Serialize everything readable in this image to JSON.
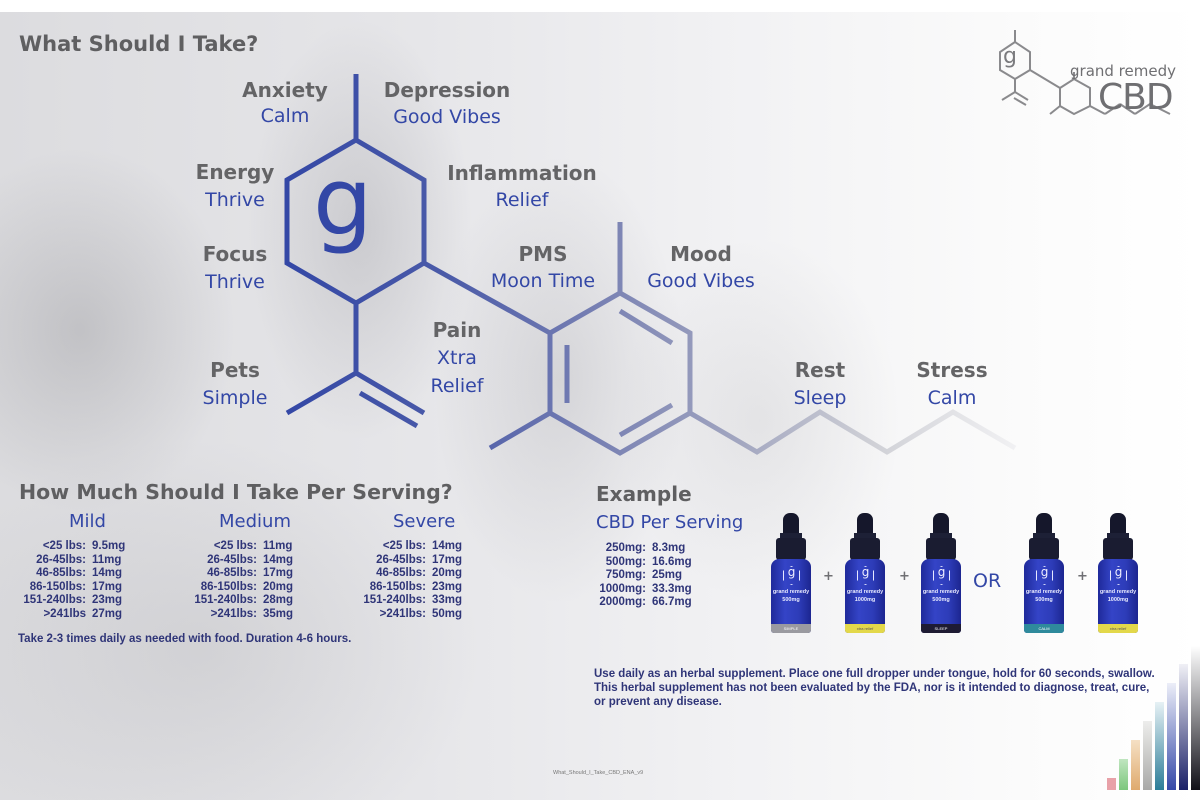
{
  "header": {
    "title": "What Should I Take?"
  },
  "logo": {
    "brand": "grand remedy",
    "product": "CBD",
    "mark": "g"
  },
  "molecule": {
    "mark": "g",
    "colors": {
      "primary": "#3347a6",
      "mid": "#8088b4",
      "light": "#c9cad1"
    }
  },
  "conditions": [
    {
      "name": "Anxiety",
      "product": "Calm"
    },
    {
      "name": "Depression",
      "product": "Good Vibes"
    },
    {
      "name": "Energy",
      "product": "Thrive"
    },
    {
      "name": "Inflammation",
      "product": "Relief"
    },
    {
      "name": "Focus",
      "product": "Thrive"
    },
    {
      "name": "PMS",
      "product": "Moon Time"
    },
    {
      "name": "Mood",
      "product": "Good Vibes"
    },
    {
      "name": "Pain",
      "product": "Xtra",
      "product2": "Relief"
    },
    {
      "name": "Pets",
      "product": "Simple"
    },
    {
      "name": "Rest",
      "product": "Sleep"
    },
    {
      "name": "Stress",
      "product": "Calm"
    }
  ],
  "dosage": {
    "title": "How Much Should I Take Per Serving?",
    "columns": [
      {
        "label": "Mild",
        "rows": [
          {
            "weight": "<25 lbs:",
            "dose": "9.5mg"
          },
          {
            "weight": "26-45lbs:",
            "dose": "11mg"
          },
          {
            "weight": "46-85lbs:",
            "dose": "14mg"
          },
          {
            "weight": "86-150lbs:",
            "dose": "17mg"
          },
          {
            "weight": "151-240lbs:",
            "dose": "23mg"
          },
          {
            "weight": ">241lbs",
            "dose": "27mg"
          }
        ]
      },
      {
        "label": "Medium",
        "rows": [
          {
            "weight": "<25 lbs:",
            "dose": "11mg"
          },
          {
            "weight": "26-45lbs:",
            "dose": "14mg"
          },
          {
            "weight": "46-85lbs:",
            "dose": "17mg"
          },
          {
            "weight": "86-150lbs:",
            "dose": "20mg"
          },
          {
            "weight": "151-240lbs:",
            "dose": "28mg"
          },
          {
            "weight": ">241lbs:",
            "dose": "35mg"
          }
        ]
      },
      {
        "label": "Severe",
        "rows": [
          {
            "weight": "<25 lbs:",
            "dose": "14mg"
          },
          {
            "weight": "26-45lbs:",
            "dose": "17mg"
          },
          {
            "weight": "46-85lbs:",
            "dose": "20mg"
          },
          {
            "weight": "86-150lbs:",
            "dose": "23mg"
          },
          {
            "weight": "151-240lbs:",
            "dose": "33mg"
          },
          {
            "weight": ">241lbs:",
            "dose": "50mg"
          }
        ]
      }
    ],
    "note": "Take 2-3 times daily as needed with food. Duration 4-6 hours."
  },
  "example": {
    "title": "Example",
    "subtitle": "CBD Per Serving",
    "rows": [
      {
        "bottle": "250mg:",
        "serving": "8.3mg"
      },
      {
        "bottle": "500mg:",
        "serving": "16.6mg"
      },
      {
        "bottle": "750mg:",
        "serving": "25mg"
      },
      {
        "bottle": "1000mg:",
        "serving": "33.3mg"
      },
      {
        "bottle": "2000mg:",
        "serving": "66.7mg"
      }
    ],
    "bottles": [
      {
        "brand": "grand remedy",
        "strength": "500mg",
        "label": "SIMPLE",
        "band_color": "#9a9aa0"
      },
      {
        "brand": "grand remedy",
        "strength": "1000mg",
        "label": "xtra relief",
        "band_color": "#e3d84a"
      },
      {
        "brand": "grand remedy",
        "strength": "500mg",
        "label": "SLEEP",
        "band_color": "#1e1b33"
      },
      {
        "brand": "grand remedy",
        "strength": "500mg",
        "label": "CALM",
        "band_color": "#2f8a9c"
      },
      {
        "brand": "grand remedy",
        "strength": "1000mg",
        "label": "xtra relief",
        "band_color": "#e3d84a"
      }
    ],
    "plus": "+",
    "or": "OR"
  },
  "disclaimer": {
    "line1": "Use daily as an herbal supplement. Place one full dropper under tongue, hold for 60 seconds, swallow.",
    "line2": "This herbal supplement has not been evaluated by the FDA, nor is it intended to diagnose, treat, cure,",
    "line3": "or prevent any disease."
  },
  "footer": {
    "file_id": "What_Should_I_Take_CBD_ENA_v9"
  },
  "corner_bars": {
    "colors": [
      "#e8a1a8",
      "#8fcf8f",
      "#e6c08f",
      "#c2c2c0",
      "#3d8aa6",
      "#3b4fb0",
      "#232a6e",
      "#15121f"
    ]
  }
}
